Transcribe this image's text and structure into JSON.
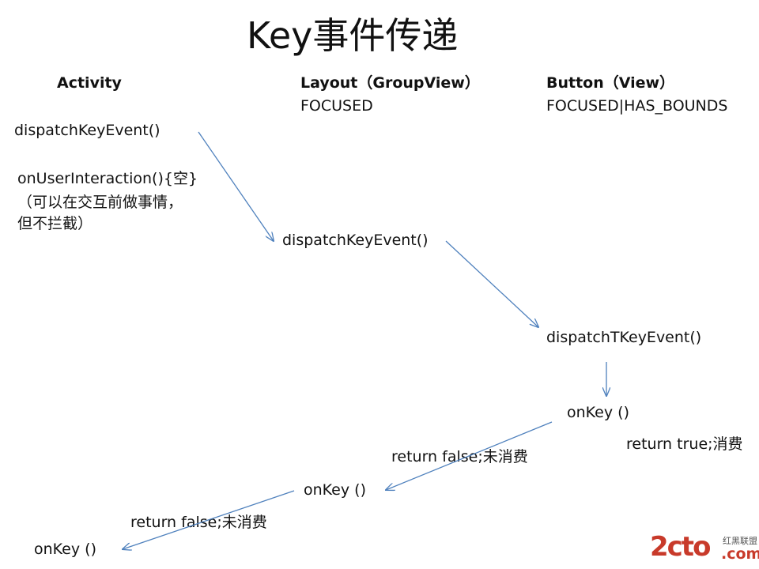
{
  "title": "Key事件传递",
  "columns": {
    "activity": "Activity",
    "layout": "Layout（GroupView）",
    "layout_flag": "FOCUSED",
    "button": "Button（View）",
    "button_flag": "FOCUSED|HAS_BOUNDS"
  },
  "activity": {
    "dispatch": "dispatchKeyEvent()",
    "user_interaction": "onUserInteraction(){空}",
    "note_line1": "（可以在交互前做事情，",
    "note_line2": "但不拦截）",
    "onkey": "onKey ()"
  },
  "layout": {
    "dispatch": "dispatchKeyEvent()",
    "onkey": "onKey ()"
  },
  "button": {
    "dispatch": "dispatchTKeyEvent()",
    "onkey": "onKey ()"
  },
  "returns": {
    "button_true": "return true;消费",
    "button_false": "return false;未消费",
    "layout_false": "return false;未消费"
  },
  "logo": {
    "main": "2cto",
    "sub": "红黑联盟",
    "domain": ".com"
  },
  "colors": {
    "arrow": "#4f81bd",
    "logo": "#c83a2a"
  }
}
